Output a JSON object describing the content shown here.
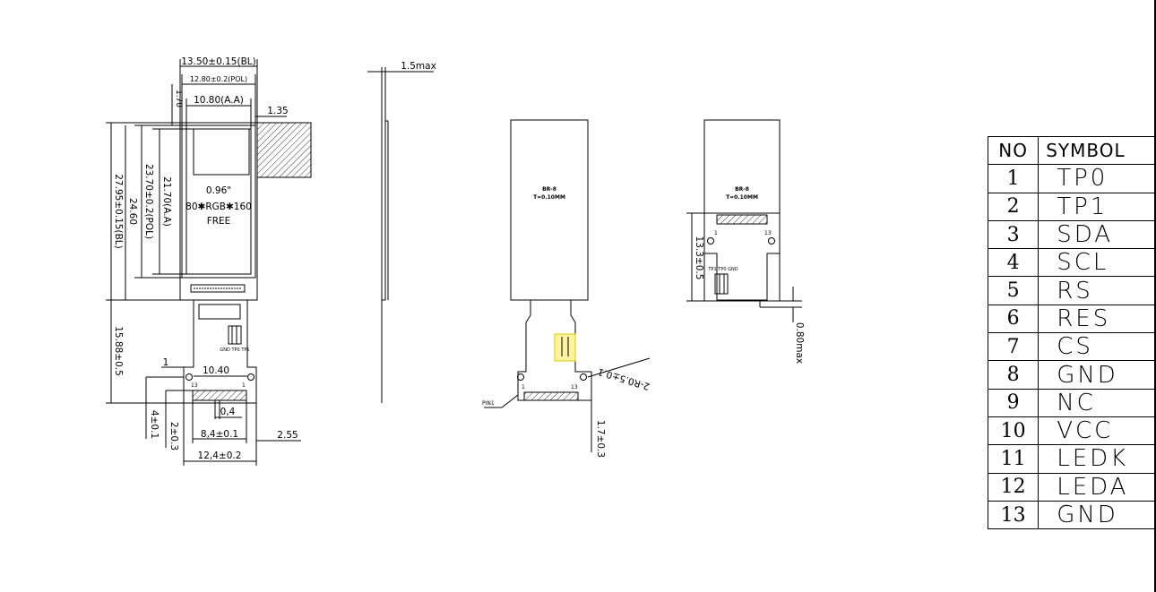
{
  "front_view": {
    "dim_bl_width": "13.50±0.15(BL)",
    "dim_pol_width": "12.80±0.2(POL)",
    "dim_top_gap": "1.70",
    "dim_aa_width": "10.80(A.A)",
    "dim_side_gap": "1.35",
    "dim_bl_height": "27.95±0.15(BL)",
    "dim_total_height": "24.60",
    "dim_pol_height": "23.70±0.2(POL)",
    "dim_aa_height": "21.70(A.A)",
    "lcd_size": "0.96\"",
    "lcd_resolution": "80✱RGB✱160",
    "lcd_mode": "FREE",
    "dim_fpc_length": "15.88±0.5",
    "dim_fpc_offset": "1",
    "dim_fpc_width": "10.40",
    "pin_first": "13",
    "pin_last": "1",
    "dim_pitch": "0,4",
    "dim_pin_span": "8,4±0.1",
    "dim_fpc_total": "12,4±0.2",
    "dim_tail": "2.55",
    "dim_bottom_a": "4±0.1",
    "dim_bottom_b": "2±0.3",
    "fpc_label": "GND TP0 TP1"
  },
  "side_view": {
    "thickness": "1.5max"
  },
  "rear_view": {
    "label_line1": "BR-8",
    "label_line2": "T=0.10MM",
    "hole_radius": "2-R0.5±0.1",
    "pin1_label": "PIN1",
    "pin_left": "1",
    "pin_right": "13",
    "dim_bottom": "1.7±0.3"
  },
  "folded_view": {
    "label_line1": "BR-8",
    "label_line2": "T=0.10MM",
    "dim_height": "13.3±0.5",
    "dim_thickness": "0.80max",
    "pin_left": "1",
    "pin_right": "13",
    "tp_label": "TP1 TP0 GND"
  },
  "pin_table": {
    "header_no": "NO",
    "header_symbol": "SYMBOL",
    "rows": [
      {
        "no": "1",
        "symbol": "TP0"
      },
      {
        "no": "2",
        "symbol": "TP1"
      },
      {
        "no": "3",
        "symbol": "SDA"
      },
      {
        "no": "4",
        "symbol": "SCL"
      },
      {
        "no": "5",
        "symbol": "RS"
      },
      {
        "no": "6",
        "symbol": "RES"
      },
      {
        "no": "7",
        "symbol": "CS"
      },
      {
        "no": "8",
        "symbol": "GND"
      },
      {
        "no": "9",
        "symbol": "NC"
      },
      {
        "no": "10",
        "symbol": "VCC"
      },
      {
        "no": "11",
        "symbol": "LEDK"
      },
      {
        "no": "12",
        "symbol": "LEDA"
      },
      {
        "no": "13",
        "symbol": "GND"
      }
    ]
  },
  "colors": {
    "line": "#000000",
    "highlight": "#fff3a0",
    "highlight_border": "#e0c800"
  }
}
